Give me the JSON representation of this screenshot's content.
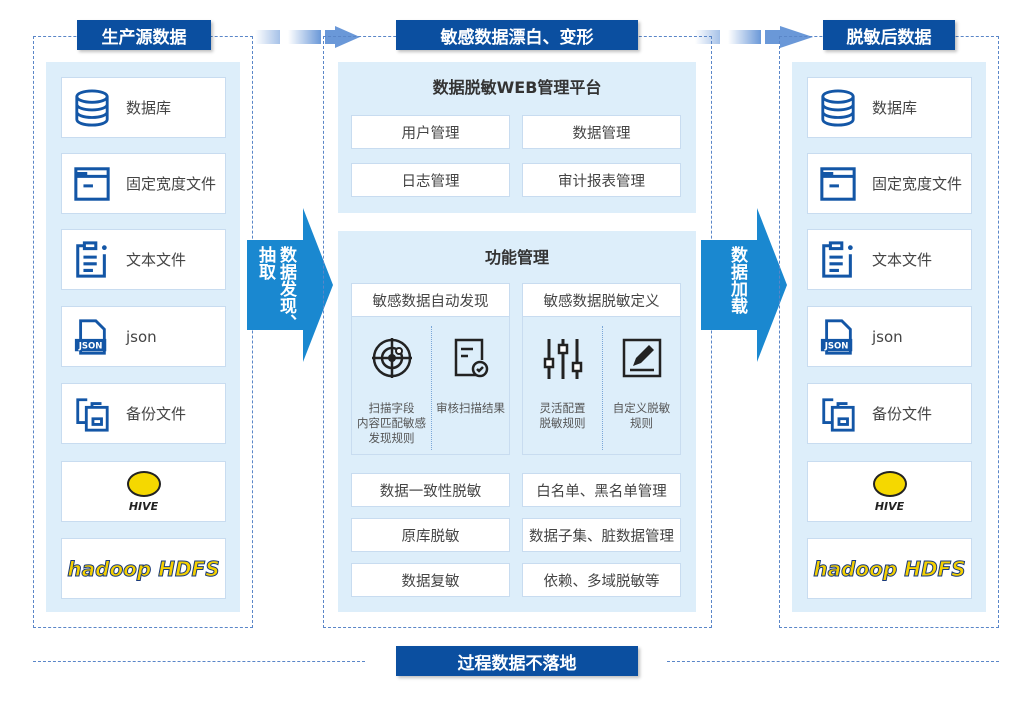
{
  "source": {
    "title": "生产源数据",
    "items": [
      {
        "label": "数据库",
        "icon": "database-icon"
      },
      {
        "label": "固定宽度文件",
        "icon": "fixed-width-file-icon"
      },
      {
        "label": "文本文件",
        "icon": "text-file-icon"
      },
      {
        "label": "json",
        "icon": "json-file-icon"
      },
      {
        "label": "备份文件",
        "icon": "backup-file-icon"
      },
      {
        "label": "HIVE",
        "icon": "hive-logo"
      },
      {
        "label": "hadoop HDFS",
        "icon": "hadoop-hdfs-logo"
      }
    ]
  },
  "arrow_left": {
    "col1": "抽取",
    "col2": "数据发现、"
  },
  "middle": {
    "title": "敏感数据漂白、变形",
    "platform": {
      "title": "数据脱敏WEB管理平台",
      "buttons": [
        "用户管理",
        "数据管理",
        "日志管理",
        "审计报表管理"
      ]
    },
    "functions": {
      "title": "功能管理",
      "discovery": {
        "title": "敏感数据自动发现",
        "subs": [
          {
            "label": "扫描字段内容匹配敏感发现规则",
            "lines": [
              "扫描字段",
              "内容匹配敏感",
              "发现规则"
            ],
            "icon": "target-scan-icon"
          },
          {
            "label": "审核扫描结果",
            "lines": [
              "审核扫描结果"
            ],
            "icon": "audit-document-icon"
          }
        ]
      },
      "definition": {
        "title": "敏感数据脱敏定义",
        "subs": [
          {
            "label": "灵活配置脱敏规则",
            "lines": [
              "灵活配置",
              "脱敏规则"
            ],
            "icon": "sliders-icon"
          },
          {
            "label": "自定义脱敏规则",
            "lines": [
              "自定义脱敏",
              "规则"
            ],
            "icon": "edit-icon"
          }
        ]
      },
      "buttons": [
        "数据一致性脱敏",
        "白名单、黑名单管理",
        "原库脱敏",
        "数据子集、脏数据管理",
        "数据复敏",
        "依赖、多域脱敏等"
      ]
    }
  },
  "arrow_right": {
    "text": "数据加载"
  },
  "target": {
    "title": "脱敏后数据",
    "items": [
      {
        "label": "数据库"
      },
      {
        "label": "固定宽度文件"
      },
      {
        "label": "文本文件"
      },
      {
        "label": "json"
      },
      {
        "label": "备份文件"
      },
      {
        "label": "HIVE"
      },
      {
        "label": "hadoop HDFS"
      }
    ]
  },
  "footer": {
    "label": "过程数据不落地"
  },
  "colors": {
    "badge": "#0b4fa0",
    "arrow": "#1a88d0",
    "panel": "#ddeefa",
    "icon": "#1356a6"
  }
}
